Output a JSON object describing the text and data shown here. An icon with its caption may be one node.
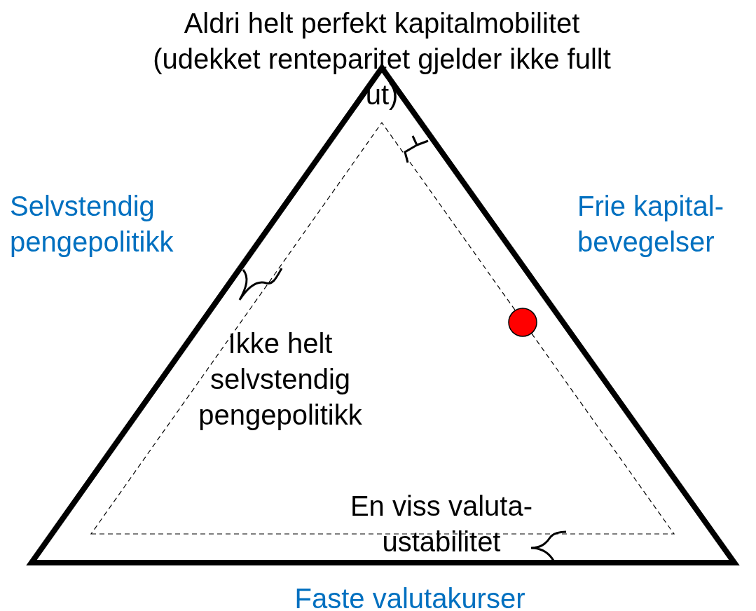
{
  "diagram": {
    "labels": [
      "Aldri helt perfekt kapitalmobilitet (udekket renteparitet gjelder ikke fullt ut)",
      "Selvstendig pengepolitikk",
      "Frie kapital-bevegelser",
      "Ikke helt selvstendig pengepolitikk",
      "En viss valuta-ustabilitet",
      "Faste valutakurser"
    ]
  }
}
